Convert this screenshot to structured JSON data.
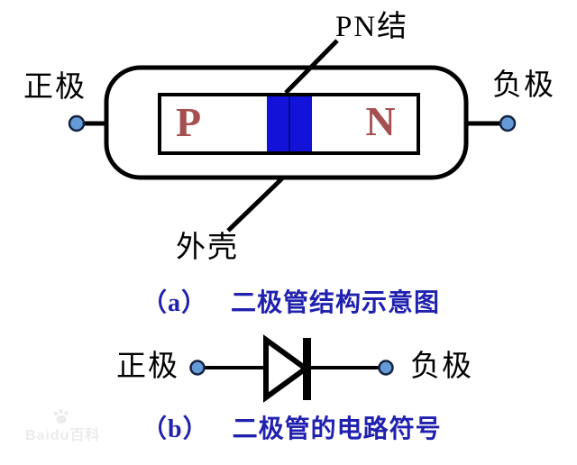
{
  "palette": {
    "background": "#ffffff",
    "line_color": "#000000",
    "junction_blue": "#1212d8",
    "junction_divider": "#000d8a",
    "terminal_fill": "#649ad8",
    "terminal_stroke": "#16233f",
    "region_letter_color": "#a55050",
    "caption_color": "#2121b0",
    "watermark_color": "#ececec"
  },
  "structure_diagram": {
    "junction_label": "PN结",
    "anode_label": "正极",
    "cathode_label": "负极",
    "p_region_label": "P",
    "n_region_label": "N",
    "case_label": "外壳",
    "caption_index": "（a）",
    "caption_title": "二极管结构示意图"
  },
  "symbol_diagram": {
    "anode_label": "正极",
    "cathode_label": "负极",
    "caption_index": "（b）",
    "caption_title": "二极管的电路符号"
  },
  "watermark": {
    "text": "Baidu百科",
    "icon": "paw-icon"
  }
}
